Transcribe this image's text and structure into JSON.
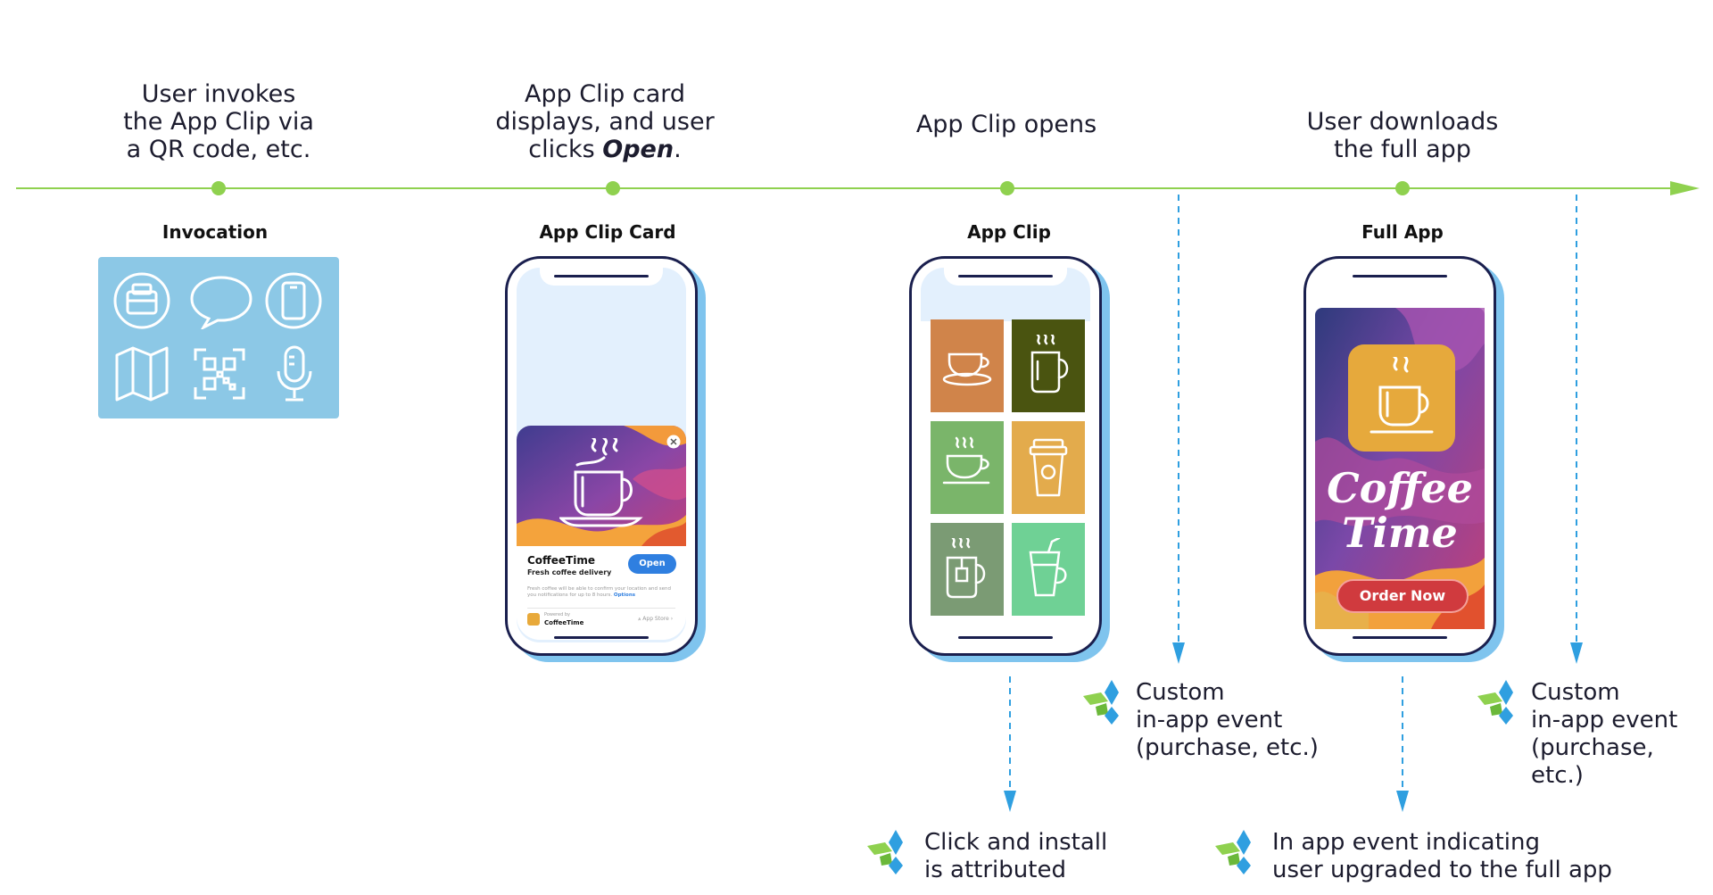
{
  "steps": [
    {
      "lines": [
        "User invokes",
        "the App Clip via",
        "a QR code, etc."
      ]
    },
    {
      "lines": [
        "App Clip card",
        "displays, and user"
      ],
      "line3_prefix": "clicks ",
      "line3_emph": "Open",
      "line3_suffix": "."
    },
    {
      "lines": [
        "App Clip opens"
      ]
    },
    {
      "lines": [
        "User downloads",
        "the full app"
      ]
    }
  ],
  "stages": {
    "invocation": "Invocation",
    "card": "App Clip Card",
    "clip": "App Clip",
    "full": "Full App"
  },
  "card": {
    "app_name": "CoffeeTime",
    "tagline": "Fresh coffee delivery",
    "open_label": "Open",
    "fine_print": "Fresh coffee will be able to confirm your location and send you notifications for up to 8 hours.",
    "options_link": "Options",
    "powered_by": "Powered by",
    "powered_name": "CoffeeTime",
    "app_store": "App Store"
  },
  "full_app": {
    "title_line1": "Coffee",
    "title_line2": "Time",
    "order_label": "Order Now"
  },
  "events": {
    "custom_1": [
      "Custom",
      "in-app event",
      "(purchase, etc.)"
    ],
    "custom_2": [
      "Custom",
      "in-app event",
      "(purchase, etc.)"
    ],
    "attributed": [
      "Click and install",
      "is attributed"
    ],
    "upgraded": [
      "In app event indicating",
      "user upgraded to the full app"
    ]
  },
  "colors": {
    "timeline": "#8fd14f",
    "dashed": "#2f9fe0",
    "invocation_bg": "#8cc8e6",
    "tiles": [
      "#d0844a",
      "#4a5410",
      "#7ab56a",
      "#e3ab4c",
      "#7b9b74",
      "#6fd195"
    ]
  },
  "icons": {
    "invocation": [
      "nfc-tag-icon",
      "message-icon",
      "phone-icon",
      "map-icon",
      "qr-code-icon",
      "microphone-icon"
    ],
    "tiles": [
      "coffee-cup-icon",
      "hot-mug-icon",
      "tea-cup-icon",
      "takeaway-cup-icon",
      "tea-bag-mug-icon",
      "iced-drink-icon"
    ],
    "brand": "appsflyer-logo"
  }
}
